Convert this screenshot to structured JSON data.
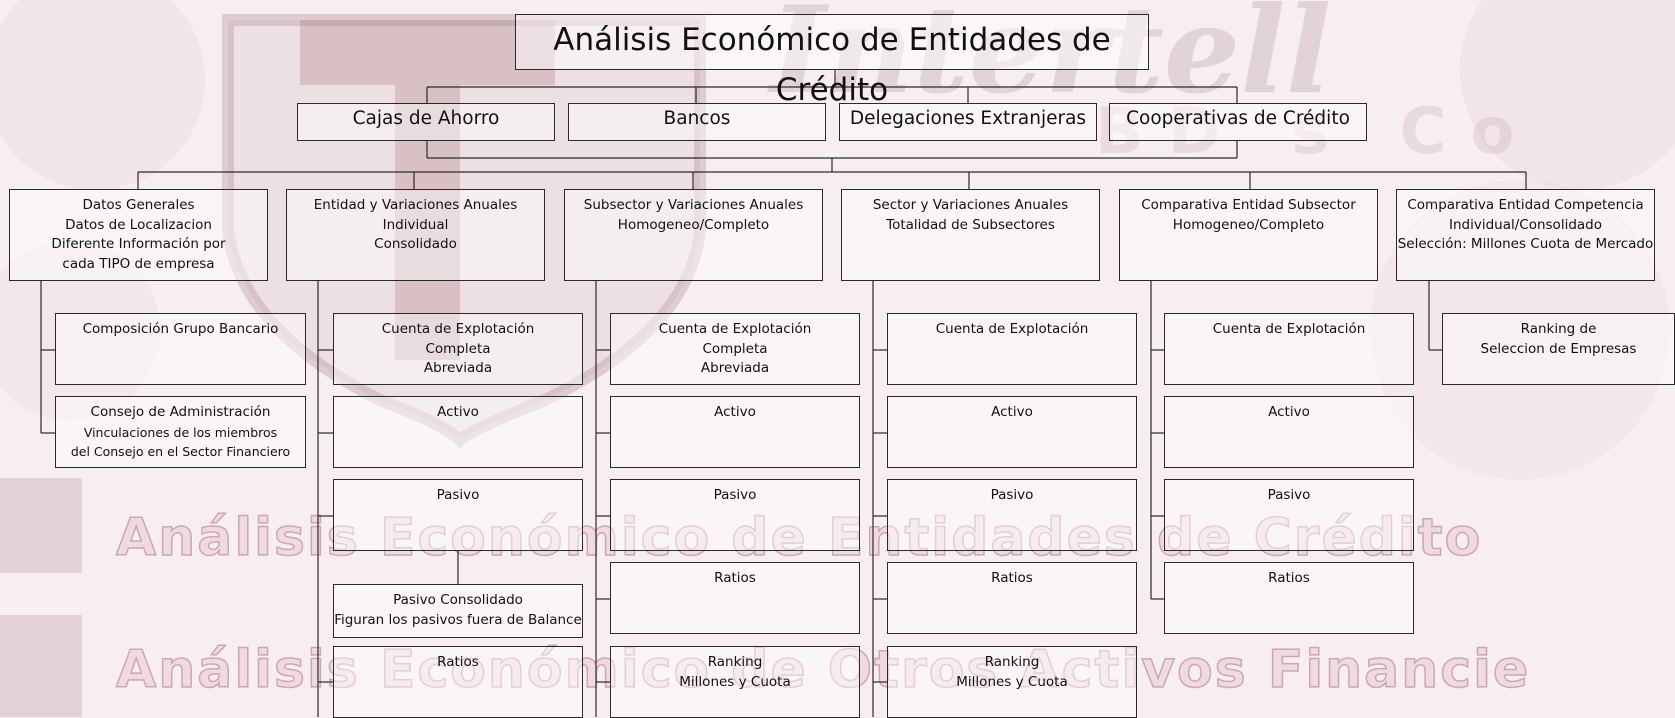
{
  "title": "Análisis Económico de Entidades de Crédito",
  "sectors": [
    "Cajas de Ahorro",
    "Bancos",
    "Delegaciones Extranjeras",
    "Cooperativas de Crédito"
  ],
  "watermark": {
    "brand": "Intertell",
    "letters": "BD s Co",
    "line1": "Análisis Económico de Entidades de Crédito",
    "line2": "Análisis Económico de Otros Activos Financie"
  },
  "categories": [
    {
      "lines": [
        "Datos Generales",
        "Datos de Localizacion",
        "Diferente Información por",
        "cada TIPO de empresa"
      ]
    },
    {
      "lines": [
        "Entidad y Variaciones Anuales",
        "Individual",
        "Consolidado"
      ]
    },
    {
      "lines": [
        "Subsector y Variaciones Anuales",
        "Homogeneo/Completo"
      ]
    },
    {
      "lines": [
        "Sector y Variaciones Anuales",
        "Totalidad de Subsectores"
      ]
    },
    {
      "lines": [
        "Comparativa Entidad Subsector",
        "Homogeneo/Completo"
      ]
    },
    {
      "lines": [
        "Comparativa Entidad Competencia",
        "Individual/Consolidado",
        "Selección: Millones Cuota de Mercado"
      ]
    }
  ],
  "col1": [
    {
      "lines": [
        "Composición Grupo Bancario"
      ]
    },
    {
      "lines": [
        "Consejo de Administración",
        "Vinculaciones de los miembros",
        "del Consejo en el Sector Financiero"
      ]
    }
  ],
  "col2": [
    {
      "lines": [
        "Cuenta de Explotación",
        "Completa",
        "Abreviada"
      ]
    },
    {
      "lines": [
        "Activo"
      ]
    },
    {
      "lines": [
        "Pasivo"
      ]
    },
    {
      "lines": [
        "Pasivo Consolidado",
        "Figuran los pasivos fuera de Balance"
      ]
    },
    {
      "lines": [
        "Ratios"
      ]
    }
  ],
  "col3": [
    {
      "lines": [
        "Cuenta de Explotación",
        "Completa",
        "Abreviada"
      ]
    },
    {
      "lines": [
        "Activo"
      ]
    },
    {
      "lines": [
        "Pasivo"
      ]
    },
    {
      "lines": [
        "Ratios"
      ]
    },
    {
      "lines": [
        "Ranking",
        "Millones y Cuota"
      ]
    }
  ],
  "col4": [
    {
      "lines": [
        "Cuenta de Explotación"
      ]
    },
    {
      "lines": [
        "Activo"
      ]
    },
    {
      "lines": [
        "Pasivo"
      ]
    },
    {
      "lines": [
        "Ratios"
      ]
    },
    {
      "lines": [
        "Ranking",
        "Millones y Cuota"
      ]
    }
  ],
  "col5": [
    {
      "lines": [
        "Cuenta de Explotación"
      ]
    },
    {
      "lines": [
        "Activo"
      ]
    },
    {
      "lines": [
        "Pasivo"
      ]
    },
    {
      "lines": [
        "Ratios"
      ]
    }
  ],
  "col6": [
    {
      "lines": [
        "Ranking de",
        "Seleccion de Empresas"
      ]
    }
  ]
}
